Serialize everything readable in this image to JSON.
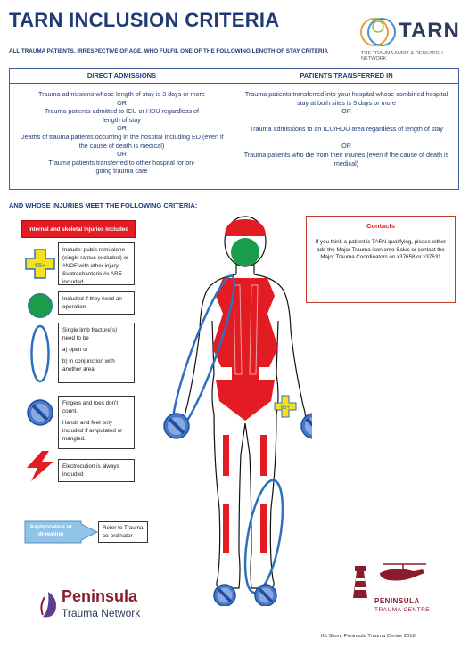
{
  "header": {
    "title": "TARN INCLUSION CRITERIA",
    "subtitle": "ALL TRAUMA PATIENTS, IRRESPECTIVE OF AGE, WHO FULFIL ONE OF THE FOLLOWING LENGTH OF STAY CRITERIA",
    "logo_word": "TARN",
    "logo_tagline": "THE TRAUMA AUDIT & RESEARCH NETWORK"
  },
  "direct": {
    "heading": "DIRECT ADMISSIONS",
    "c1": "Trauma admissions whose length of stay is 3 days or more",
    "or1": "OR",
    "c2": "Trauma patients admitted to ICU or HDU regardless of length of stay",
    "or2": "OR",
    "c3": "Deaths of trauma patients occurring in the hospital including ED (even if the cause of death is medical)",
    "or3": "OR",
    "c4": "Trauma patients transferred to other hospital for on-going trauma care"
  },
  "transferred": {
    "heading": "PATIENTS TRANSFERRED IN",
    "c1": "Trauma patients transferred into your hospital whose combined hospital stay at both sites is 3 days or more",
    "or1": "OR",
    "c2": "Trauma admissions to an ICU/HDU area regardless of length of stay",
    "or2": "OR",
    "c3": "Trauma patients who die from their injuries (even if the cause of death is medical)"
  },
  "injuries_heading": "AND WHOSE INJURIES MEET THE FOLLOWING CRITERIA:",
  "legend": {
    "internal": "Internal and skeletal injuries included",
    "cross_badge": "65+",
    "cross_text": "Include: pubic rami alone (single ramus excluded) or #NOF with other injury. Subtrochanteric #s ARE included",
    "circle_text": "Included if they need an operation",
    "oval_line1": "Single limb fracture(s) need to be",
    "oval_line2": "a) open or",
    "oval_line3": "b) in conjunction with another area",
    "nosign_line1": "Fingers and toes don't count.",
    "nosign_line2": "Hands and feet only included if amputated or mangled.",
    "lightning_text": "Electrocution is always included",
    "arrow_label": "Asphyxiation or drowning",
    "arrow_text": "Refer to Trauma co-ordinator"
  },
  "contacts": {
    "heading": "Contacts",
    "body": "If you think a patient is TARN qualifying, please either add the Major Trauma icon onto Salus or contact the Major Trauma Coordinators on x37658 or x37631"
  },
  "body_badge": "65+",
  "footer": {
    "network1": "Peninsula",
    "network2": "Trauma Network",
    "centre1": "PENINSULA",
    "centre2": "TRAUMA CENTRE",
    "credit": "Kit Short, Peninsula Trauma Centre 2018"
  },
  "colors": {
    "red": "#e31b23",
    "green": "#1a9c4a",
    "blue": "#2e6fbf",
    "yellow": "#f5e21b",
    "navy": "#203a76"
  }
}
